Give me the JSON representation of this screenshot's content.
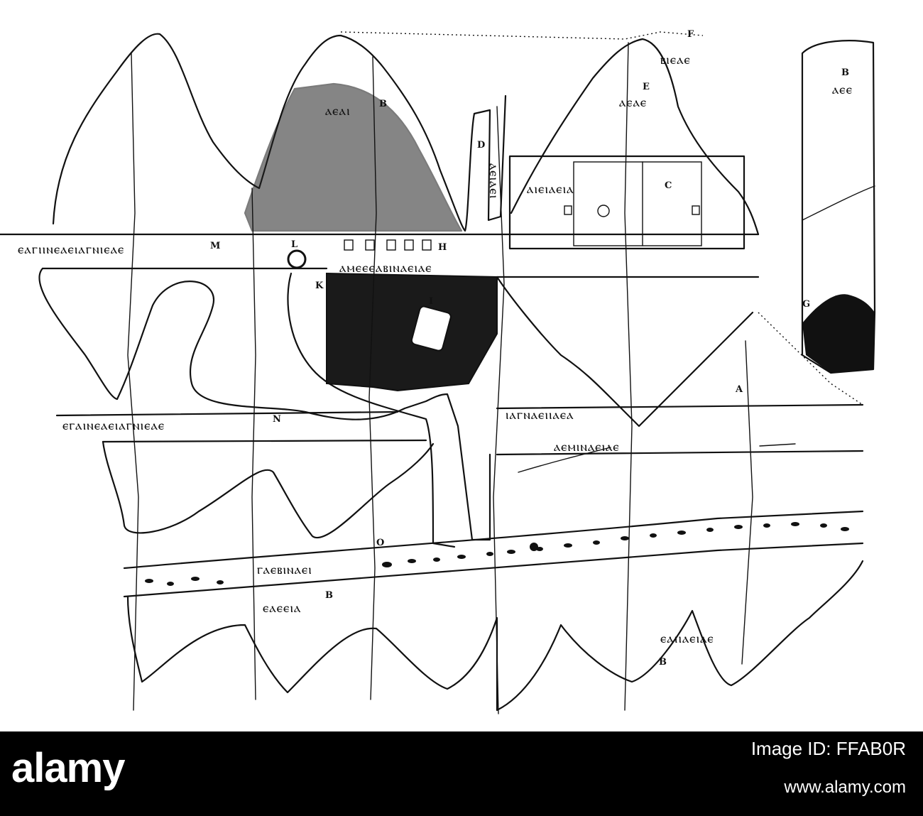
{
  "map": {
    "letters": {
      "A": "A",
      "B": "B",
      "C": "C",
      "D": "D",
      "E": "E",
      "F": "F",
      "G": "G",
      "H": "H",
      "I": "I",
      "K": "K",
      "L": "L",
      "M": "M",
      "N": "N",
      "O": "O"
    },
    "inscriptions": {
      "row_m": "ⲉⲁⲅⲓⲓⲛⲉⲁⲉⲓⲁⲅⲛⲓⲉⲁⲉ",
      "row_h": "ⲁⲙⲉⲉⲉⲁⲃⲓⲛⲁⲉⲓⲁⲉ",
      "row_n": "ⲉⲅⲁⲓⲛⲉⲁⲉⲓⲁⲅⲛⲓⲉⲁⲉ",
      "row_o": "ⲅⲁⲉⲃⲓⲛⲁⲉⲓ",
      "row_b_left": "ⲉⲁⲉⲉⲓⲁ",
      "row_b_right": "ⲉⲁⲓⲓⲁⲉⲓⲁⲉ",
      "row_a1": "ⲓⲁⲅⲛⲁⲉⲓⲓⲁⲉⲁ",
      "row_a2": "ⲁⲉⲙⲓⲛⲁⲉⲓⲁⲉ",
      "row_c": "ⲁⲓⲉⲓⲁⲉⲓⲁ",
      "row_e": "ⲁⲉⲁⲉ",
      "row_f": "ⲃⲓⲉⲁⲉ",
      "row_d": "ⲁⲉⲓⲁⲉⲓ",
      "row_top": "ⲁⲉⲁⲓ",
      "row_right": "ⲁⲉⲉ"
    }
  },
  "footer": {
    "logo": "alamy",
    "image_id_label": "Image ID: FFAB0R",
    "site": "www.alamy.com"
  }
}
